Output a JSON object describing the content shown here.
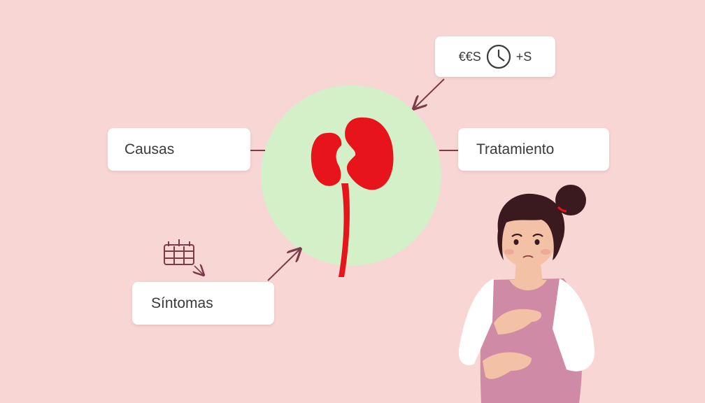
{
  "boxes": {
    "causes_label": "Causas",
    "treatment_label": "Tratamiento",
    "symptoms_label": "Síntomas",
    "time_prefix": "€€S",
    "time_suffix": "+S"
  },
  "icons": {
    "time": "clock-icon",
    "symptoms": "calendar-icon",
    "center": "kidney-icon",
    "person": "woman-figure"
  },
  "colors": {
    "background": "#f7d6d4",
    "circle": "#d4f0c8",
    "kidney": "#e8141c",
    "line": "#7a3c48",
    "dress": "#cf8aa6",
    "skin": "#f3c2a6",
    "hair": "#3b1a1f"
  }
}
